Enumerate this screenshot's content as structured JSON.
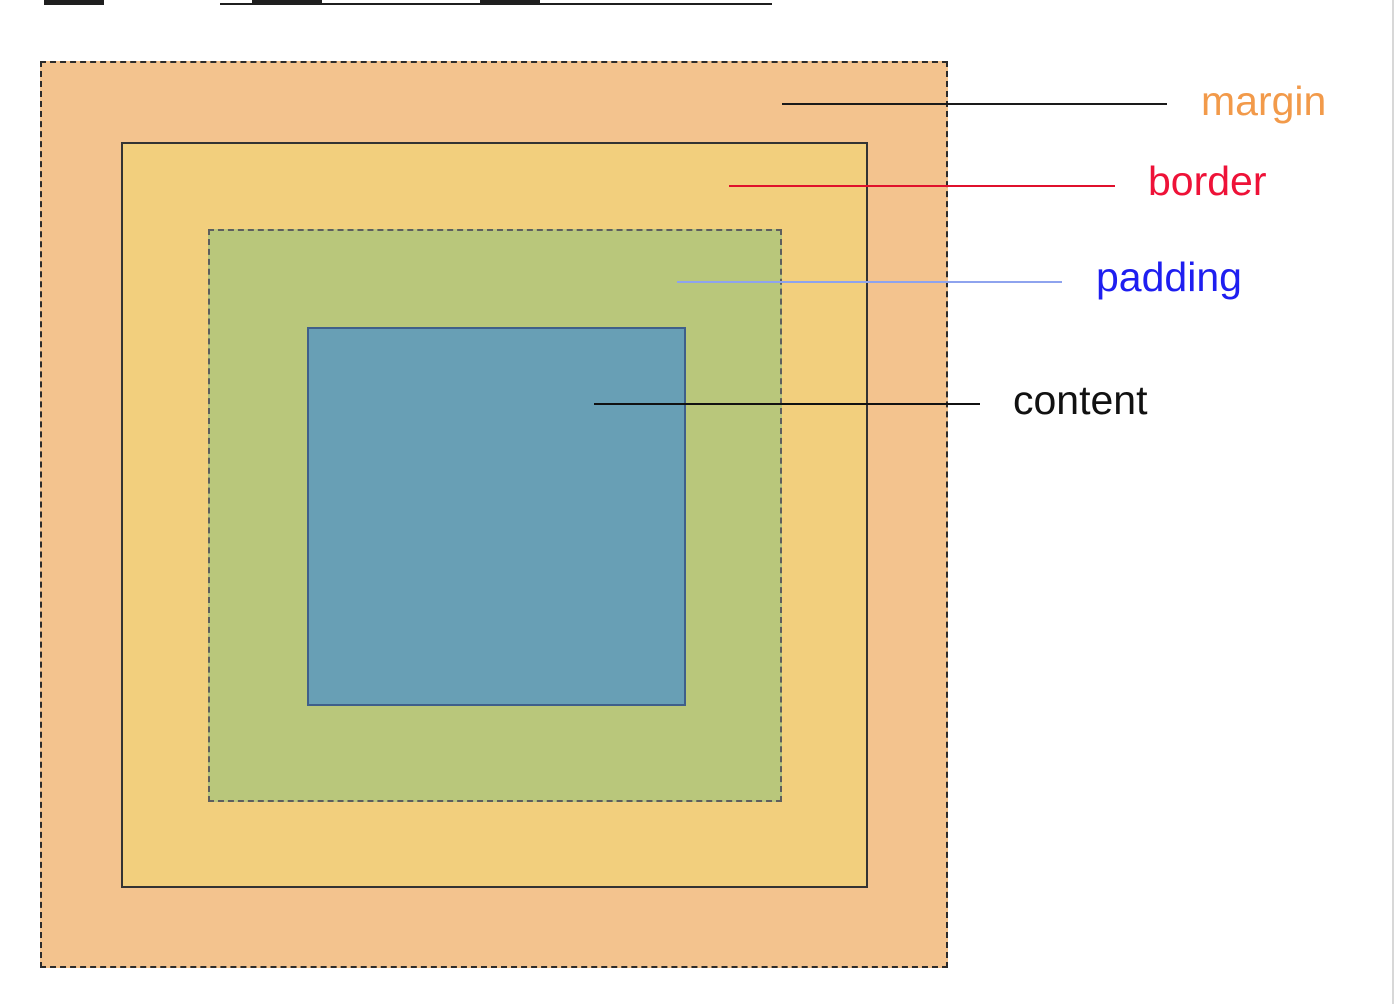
{
  "diagram": {
    "layers": [
      {
        "id": "margin",
        "label": "margin",
        "fill": "#f3c38e",
        "label_color": "#f29a4a",
        "line_color": "#1a1a1a"
      },
      {
        "id": "border",
        "label": "border",
        "fill": "#f2cf7d",
        "label_color": "#ee1238",
        "line_color": "#e0102c"
      },
      {
        "id": "padding",
        "label": "padding",
        "fill": "#b9c77b",
        "label_color": "#1e1ef0",
        "line_color": "#8ea3ee"
      },
      {
        "id": "content",
        "label": "content",
        "fill": "#689fb5",
        "label_color": "#111111",
        "line_color": "#111111"
      }
    ]
  }
}
